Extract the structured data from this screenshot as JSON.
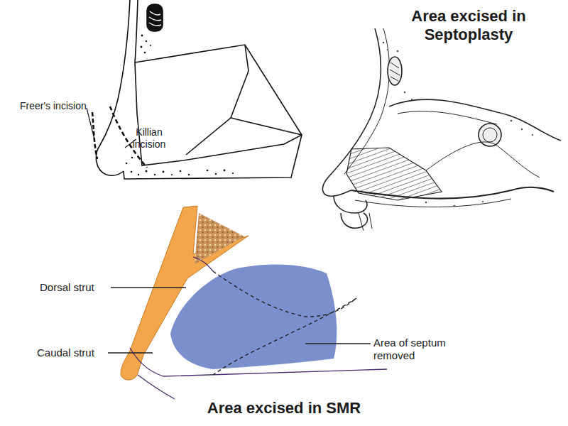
{
  "diagram": {
    "labels": [
      "Freer's incision",
      "Killian incision",
      "Area excised in Septoplasty",
      "Dorsal strut",
      "Caudal strut",
      "Area of septum removed",
      "Area excised in SMR"
    ]
  }
}
